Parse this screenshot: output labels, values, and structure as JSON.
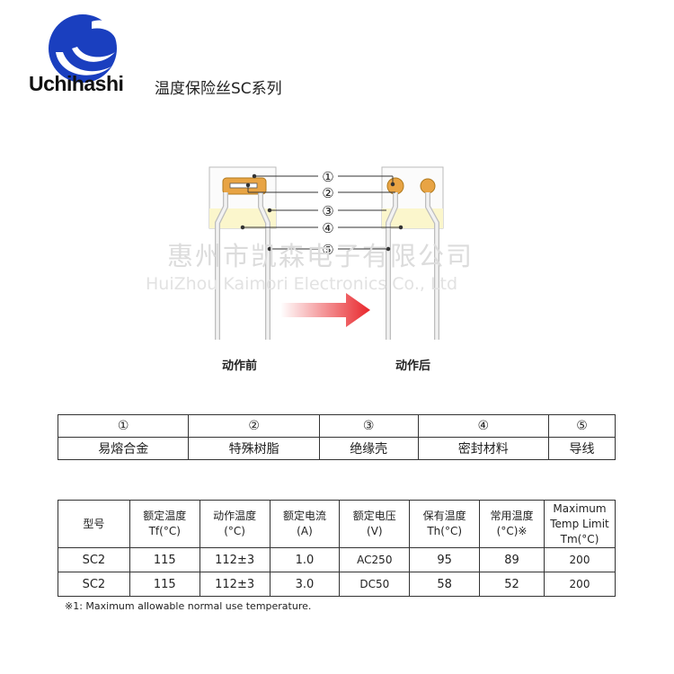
{
  "brand": {
    "logo_text": "Uchihashi",
    "title": "温度保险丝SC系列",
    "colors": {
      "logo_blue": "#1a3fbf",
      "arrow_red": "#e8262b",
      "alloy": "#e8a444",
      "body_yellow": "#fbf6cc"
    }
  },
  "watermark": {
    "cn": "惠州市凯森电子有限公司",
    "en": "HuiZhou Kaimori Electronics Co., Ltd"
  },
  "diagram": {
    "callouts": [
      "①",
      "②",
      "③",
      "④",
      "⑤"
    ],
    "before_label": "动作前",
    "after_label": "动作后"
  },
  "legend_table": {
    "numbers": [
      "①",
      "②",
      "③",
      "④",
      "⑤"
    ],
    "names": [
      "易熔合金",
      "特殊树脂",
      "绝缘壳",
      "密封材料",
      "导线"
    ]
  },
  "spec_table": {
    "headers": [
      {
        "line1": "型号",
        "line2": ""
      },
      {
        "line1": "额定温度",
        "line2": "Tf(°C)"
      },
      {
        "line1": "动作温度",
        "line2": "(°C)"
      },
      {
        "line1": "额定电流",
        "line2": "(A)"
      },
      {
        "line1": "额定电压",
        "line2": "(V)"
      },
      {
        "line1": "保有温度",
        "line2": "Th(°C)"
      },
      {
        "line1": "常用温度",
        "line2": "(°C)※"
      },
      {
        "line1": "Maximum",
        "line2": "Temp Limit",
        "line3": "Tm(°C)"
      }
    ],
    "rows": [
      [
        "SC2",
        "115",
        "112±3",
        "1.0",
        "AC250",
        "95",
        "89",
        "200"
      ],
      [
        "SC2",
        "115",
        "112±3",
        "3.0",
        "DC50",
        "58",
        "52",
        "200"
      ]
    ]
  },
  "footnote": "※1: Maximum allowable normal use temperature."
}
